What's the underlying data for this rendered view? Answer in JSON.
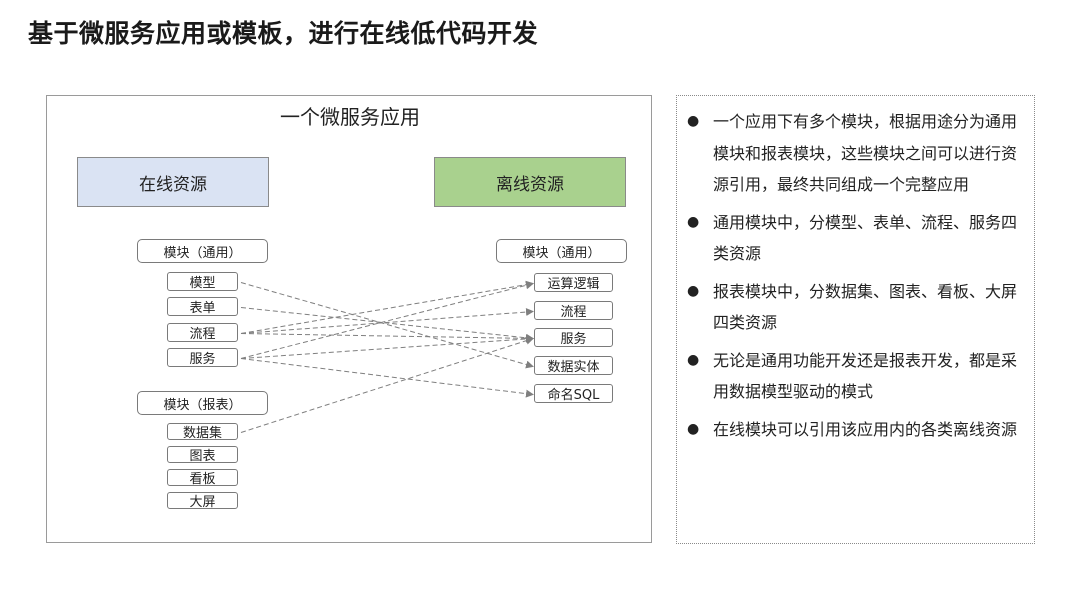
{
  "slide": {
    "title": "基于微服务应用或模板，进行在线低代码开发"
  },
  "diagram": {
    "title": "一个微服务应用",
    "online": {
      "header": "在线资源",
      "general_module": "模块（通用）",
      "general_items": [
        "模型",
        "表单",
        "流程",
        "服务"
      ],
      "report_module": "模块（报表）",
      "report_items": [
        "数据集",
        "图表",
        "看板",
        "大屏"
      ]
    },
    "offline": {
      "header": "离线资源",
      "module": "模块（通用）",
      "items": [
        "运算逻辑",
        "流程",
        "服务",
        "数据实体",
        "命名SQL"
      ]
    },
    "links": [
      {
        "from": "模型",
        "to": "数据实体"
      },
      {
        "from": "表单",
        "to": "服务"
      },
      {
        "from": "流程",
        "to": "运算逻辑"
      },
      {
        "from": "流程",
        "to": "流程"
      },
      {
        "from": "流程",
        "to": "服务"
      },
      {
        "from": "服务",
        "to": "运算逻辑"
      },
      {
        "from": "服务",
        "to": "服务"
      },
      {
        "from": "服务",
        "to": "命名SQL"
      },
      {
        "from": "数据集",
        "to": "服务"
      }
    ],
    "colors": {
      "online_header_fill": "#dae3f3",
      "offline_header_fill": "#a9d18e",
      "link_stroke": "#7f7f7f"
    }
  },
  "notes": [
    "一个应用下有多个模块，根据用途分为通用模块和报表模块，这些模块之间可以进行资源引用，最终共同组成一个完整应用",
    "通用模块中，分模型、表单、流程、服务四类资源",
    "报表模块中，分数据集、图表、看板、大屏四类资源",
    "无论是通用功能开发还是报表开发，都是采用数据模型驱动的模式",
    "在线模块可以引用该应用内的各类离线资源"
  ]
}
